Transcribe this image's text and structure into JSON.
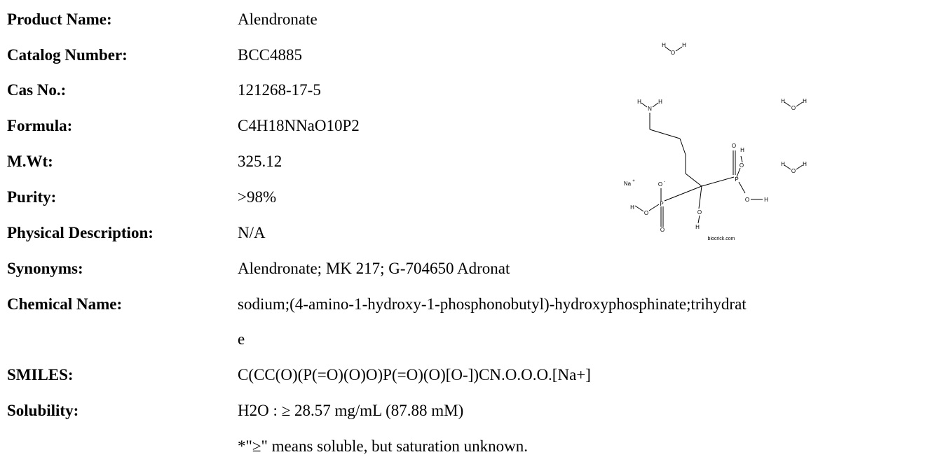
{
  "labels": {
    "product_name": "Product Name:",
    "catalog_number": "Catalog Number:",
    "cas_no": "Cas No.:",
    "formula": "Formula:",
    "mwt": "M.Wt:",
    "purity": "Purity:",
    "physical_description": "Physical Description:",
    "synonyms": "Synonyms:",
    "chemical_name": "Chemical Name:",
    "smiles": "SMILES:",
    "solubility": "Solubility:"
  },
  "values": {
    "product_name": "Alendronate",
    "catalog_number": "BCC4885",
    "cas_no": "121268-17-5",
    "formula": "C4H18NNaO10P2",
    "mwt": "325.12",
    "purity": ">98%",
    "physical_description": "N/A",
    "synonyms": "Alendronate; MK 217; G-704650 Adronat",
    "chemical_name_line1": "sodium;(4-amino-1-hydroxy-1-phosphonobutyl)-hydroxyphosphinate;trihydrat",
    "chemical_name_line2": "e",
    "smiles": "C(CC(O)(P(=O)(O)O)P(=O)(O)[O-])CN.O.O.O.[Na+]",
    "solubility_line1": "H2O : ≥ 28.57 mg/mL (87.88 mM)",
    "solubility_note": "*\"≥\" means soluble, but saturation unknown."
  },
  "structure": {
    "atoms": {
      "H": "H",
      "N": "N",
      "O": "O",
      "P": "P",
      "na": "Na",
      "plus": "+",
      "minus": "-"
    },
    "watermark": "biocrick.com"
  }
}
